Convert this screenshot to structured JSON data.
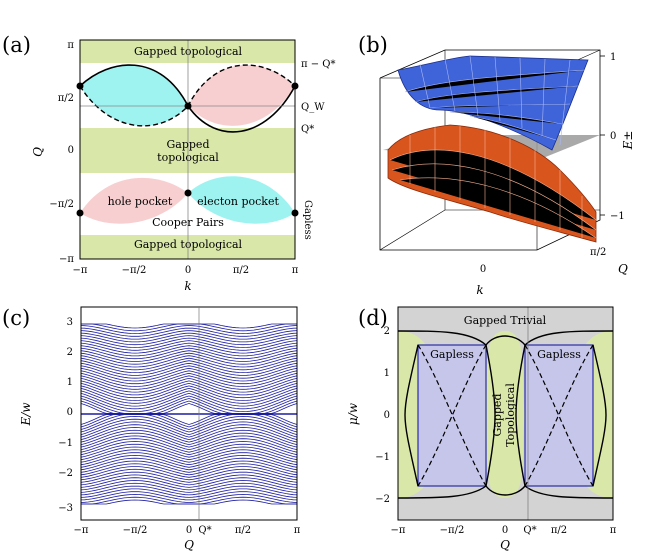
{
  "panels": {
    "a": {
      "label": "(a)",
      "xlabel": "k",
      "ylabel": "Q",
      "xticks": [
        "−π",
        "−π/2",
        "0",
        "π/2",
        "π"
      ],
      "yticks": [
        "π",
        "π/2",
        "0",
        "−π/2",
        "−π"
      ],
      "right_labels": [
        "π − Q*",
        "Q_W",
        "Q*"
      ],
      "vertical_label": "Gapless",
      "regions": {
        "top": "Gapped topological",
        "middle_line1": "Gapped",
        "middle_line2": "topological",
        "bottom": "Gapped topological",
        "hole": "hole pocket",
        "electron": "electon pocket",
        "cooper": "Cooper Pairs"
      },
      "colors": {
        "gapped": "#d9e7a9",
        "cyan": "#9ef3f1",
        "pink": "#f8cfd0"
      }
    },
    "b": {
      "label": "(b)",
      "xlabel": "k",
      "ylabel": "Q",
      "zlabel": "E±",
      "zticks": [
        "1",
        "0",
        "−1"
      ],
      "xticks": [
        "0"
      ],
      "yticks": [
        "π/2"
      ],
      "colors": {
        "upper": "#3f63d8",
        "lower": "#d9551e",
        "plane": "#9a9a9a"
      }
    },
    "c": {
      "label": "(c)",
      "xlabel": "Q",
      "ylabel": "E/w",
      "xticks": [
        "−π",
        "−π/2",
        "0",
        "Q*",
        "π/2",
        "π"
      ],
      "yticks": [
        "3",
        "2",
        "1",
        "0",
        "−1",
        "−2",
        "−3"
      ],
      "line_color": "#1d1ea0"
    },
    "d": {
      "label": "(d)",
      "xlabel": "Q",
      "ylabel": "μ/w",
      "xticks": [
        "−π",
        "−π/2",
        "0",
        "Q*",
        "π/2",
        "π"
      ],
      "yticks": [
        "2",
        "1",
        "0",
        "−1",
        "−2"
      ],
      "regions": {
        "trivial": "Gapped Trivial",
        "gapless_left": "Gapless",
        "gapless_right": "Gapless",
        "topological_line1": "Gapped",
        "topological_line2": "Topological"
      },
      "colors": {
        "trivial": "#d3d3d3",
        "topological": "#d9e7a9",
        "gapless": "#c5c6ea",
        "box": "#2a2ea8"
      }
    }
  }
}
